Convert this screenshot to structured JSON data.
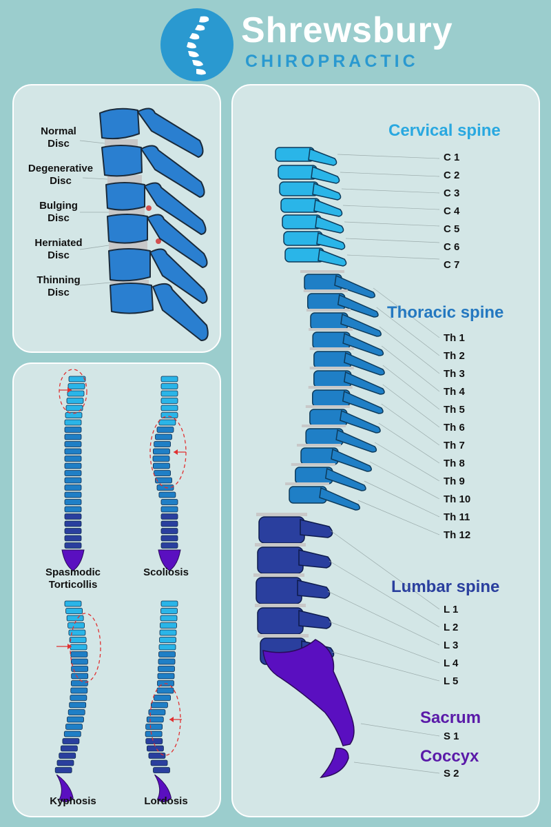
{
  "brand": {
    "name": "Shrewsbury",
    "subtitle": "CHIROPRACTIC"
  },
  "disc_conditions": [
    "Normal\nDisc",
    "Degenerative\nDisc",
    "Bulging\nDisc",
    "Herniated\nDisc",
    "Thinning\nDisc"
  ],
  "spine_conditions": [
    "Spasmodic\nTorticollis",
    "Scoliosis",
    "Kyphosis",
    "Lordosis"
  ],
  "regions": {
    "cervical": {
      "title": "Cervical spine",
      "color": "#29a8e0",
      "segments": [
        "C 1",
        "C 2",
        "C 3",
        "C 4",
        "C 5",
        "C 6",
        "C 7"
      ]
    },
    "thoracic": {
      "title": "Thoracic spine",
      "color": "#2478c0",
      "segments": [
        "Th 1",
        "Th 2",
        "Th 3",
        "Th 4",
        "Th 5",
        "Th 6",
        "Th 7",
        "Th 8",
        "Th 9",
        "Th 10",
        "Th 11",
        "Th 12"
      ]
    },
    "lumbar": {
      "title": "Lumbar spine",
      "color": "#2a3f9e",
      "segments": [
        "L 1",
        "L 2",
        "L 3",
        "L 4",
        "L 5"
      ]
    },
    "sacrum": {
      "title": "Sacrum",
      "color": "#5a1aa8",
      "segments": [
        "S 1"
      ]
    },
    "coccyx": {
      "title": "Coccyx",
      "color": "#5a1aa8",
      "segments": [
        "S 2"
      ]
    }
  },
  "colors": {
    "background": "#9bcdcd",
    "panel": "#d3e6e6",
    "cervical_vertebra": "#2ab5e8",
    "thoracic_vertebra": "#1f7fc6",
    "lumbar_vertebra": "#2a3f9e",
    "sacrum": "#5a0fc0",
    "disc": "#c8c8c8",
    "arrow": "#e03030"
  }
}
